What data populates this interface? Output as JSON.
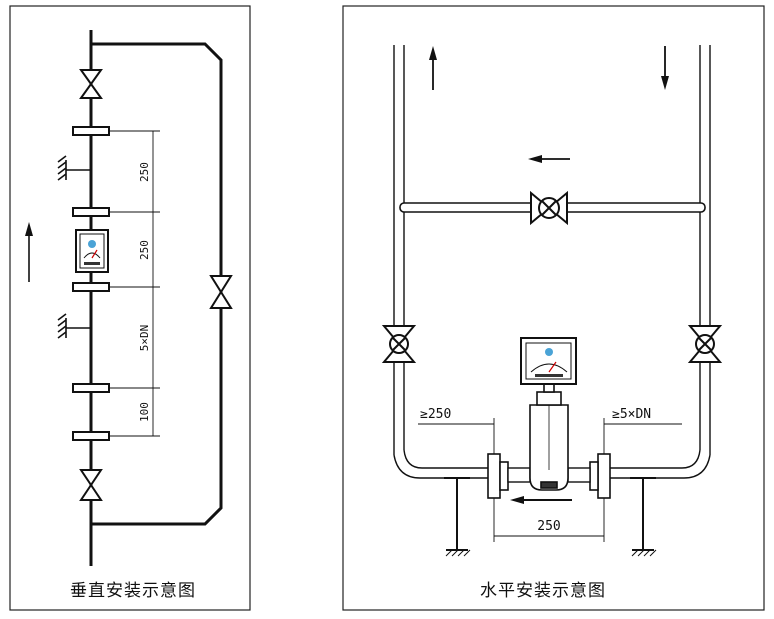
{
  "vertical_panel": {
    "caption": "垂直安装示意图",
    "dims": {
      "d1": "250",
      "d2": "250",
      "d3": "5×DN",
      "d4": "100"
    }
  },
  "horizontal_panel": {
    "caption": "水平安装示意图",
    "dims": {
      "left": "≥250",
      "right": "≥5×DN",
      "bottom": "250"
    }
  }
}
